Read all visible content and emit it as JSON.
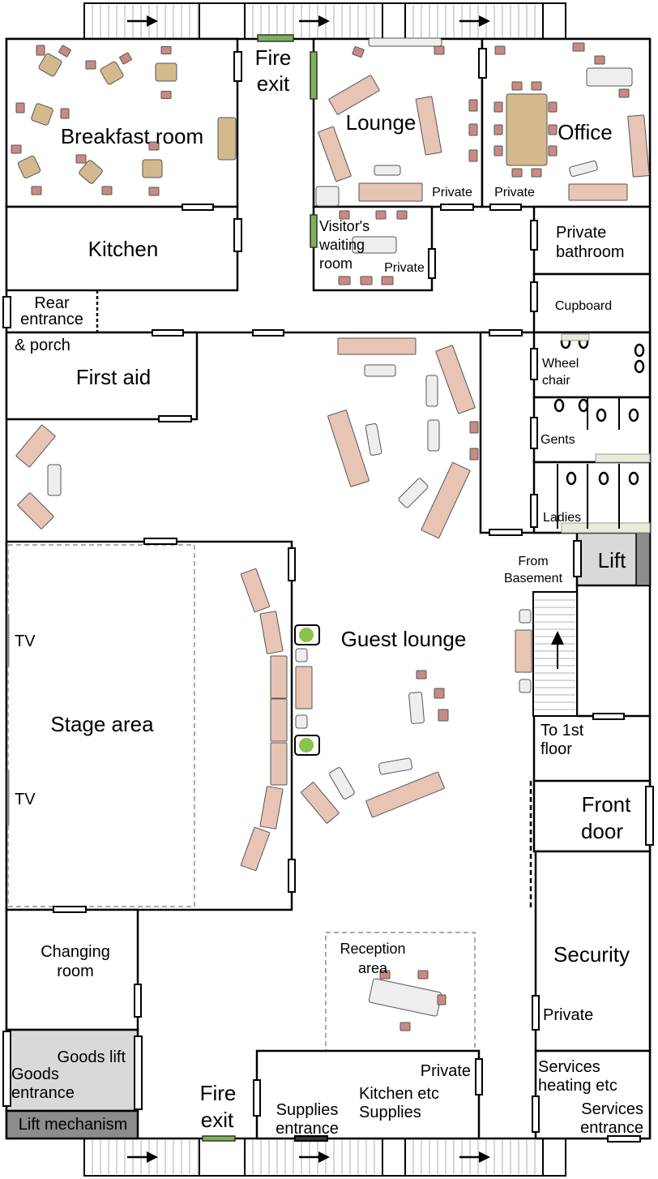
{
  "rooms": {
    "breakfast_room": "Breakfast room",
    "fire_exit_top": [
      "Fire",
      "exit"
    ],
    "lounge": "Lounge",
    "lounge_private": "Private",
    "office": "Office",
    "office_private": "Private",
    "kitchen": "Kitchen",
    "visitors_waiting": [
      "Visitor's",
      "waiting",
      "room"
    ],
    "visitors_private": "Private",
    "private_bathroom": [
      "Private",
      "bathroom"
    ],
    "cupboard": "Cupboard",
    "rear_entrance": [
      "Rear",
      "entrance",
      "& porch"
    ],
    "first_aid": "First aid",
    "wheelchair": [
      "Wheel",
      "chair"
    ],
    "gents": "Gents",
    "ladies": "Ladies",
    "from_basement": [
      "From",
      "Basement"
    ],
    "lift": "Lift",
    "guest_lounge": "Guest lounge",
    "stage_area": "Stage area",
    "tv": [
      "TV",
      "TV"
    ],
    "to_first_floor": [
      "To 1st",
      "floor"
    ],
    "front_door": [
      "Front",
      "door"
    ],
    "security": "Security",
    "security_private": "Private",
    "changing_room": [
      "Changing",
      "room"
    ],
    "reception": [
      "Reception",
      "area"
    ],
    "goods_lift": "Goods lift",
    "goods_entrance": [
      "Goods",
      "entrance"
    ],
    "lift_mechanism": "Lift mechanism",
    "fire_exit_bottom": [
      "Fire",
      "exit"
    ],
    "supplies_entrance": [
      "Supplies",
      "entrance"
    ],
    "kitchen_supplies": [
      "Kitchen etc",
      "Supplies"
    ],
    "supplies_private": "Private",
    "services": [
      "Services",
      "heating etc"
    ],
    "services_entrance": [
      "Services",
      "entrance"
    ]
  },
  "colors": {
    "sofa": "#e8c4b4",
    "chair": "#c98a84",
    "table": "#d4b98c",
    "lift": "#d9d9d9",
    "lift_mechanism": "#8c8c8c",
    "fire_door": "#7cb35a",
    "plant": "#8bc34a"
  }
}
